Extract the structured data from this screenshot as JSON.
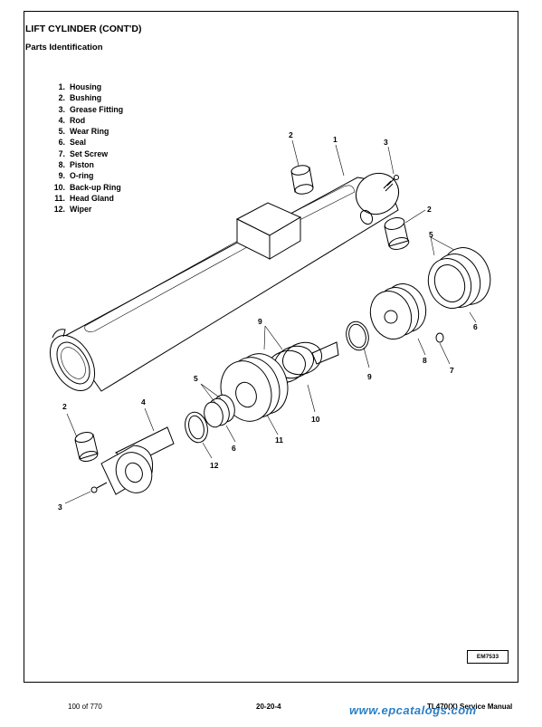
{
  "header": {
    "title": "LIFT CYLINDER (CONT'D)",
    "subtitle": "Parts Identification"
  },
  "parts_list": [
    {
      "number": "1.",
      "name": "Housing"
    },
    {
      "number": "2.",
      "name": "Bushing"
    },
    {
      "number": "3.",
      "name": "Grease Fitting"
    },
    {
      "number": "4.",
      "name": "Rod"
    },
    {
      "number": "5.",
      "name": "Wear Ring"
    },
    {
      "number": "6.",
      "name": "Seal"
    },
    {
      "number": "7.",
      "name": "Set Screw"
    },
    {
      "number": "8.",
      "name": "Piston"
    },
    {
      "number": "9.",
      "name": "O-ring"
    },
    {
      "number": "10.",
      "name": "Back-up Ring"
    },
    {
      "number": "11.",
      "name": "Head Gland"
    },
    {
      "number": "12.",
      "name": "Wiper"
    }
  ],
  "callouts": {
    "c2a": "2",
    "c1": "1",
    "c3a": "3",
    "c2b": "2",
    "c5a": "5",
    "c6a": "6",
    "c9a": "9",
    "c9b": "9",
    "c8": "8",
    "c7": "7",
    "c5b": "5",
    "c10": "10",
    "c2c": "2",
    "c4": "4",
    "c6b": "6",
    "c11": "11",
    "c12": "12",
    "c3b": "3"
  },
  "figure_id": "EM7533",
  "footer": {
    "page": "100 of 770",
    "section": "20-20-4",
    "manual": "TL470(X) Service Manual",
    "watermark": "www.epcatalogs.com"
  }
}
